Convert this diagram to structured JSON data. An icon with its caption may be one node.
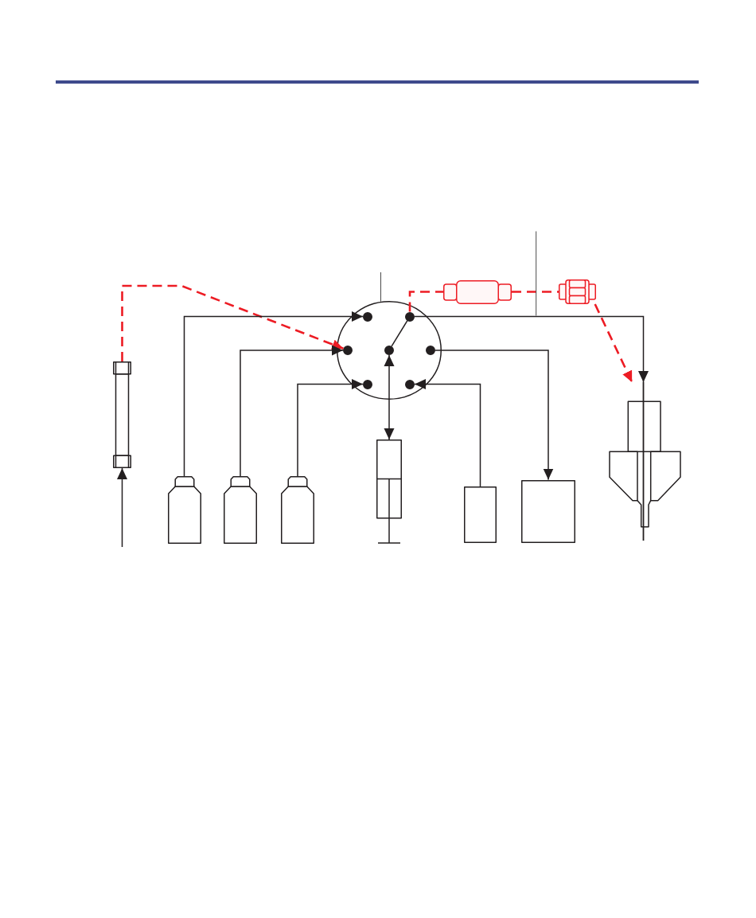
{
  "diagram": {
    "nodes": [
      {
        "text": [],
        "shape": "tube"
      },
      {
        "text": [],
        "shape": "bottle"
      },
      {
        "text": [],
        "shape": "bottle"
      },
      {
        "text": [],
        "shape": "bottle"
      },
      {
        "text": [],
        "shape": "circle"
      },
      {
        "text": [],
        "shape": "circle",
        "in": 4
      },
      {
        "text": [],
        "shape": "circle",
        "in": 4
      },
      {
        "text": [],
        "shape": "circle",
        "in": 4
      },
      {
        "text": [],
        "shape": "circle",
        "in": 4
      },
      {
        "text": [],
        "shape": "circle",
        "in": 4
      },
      {
        "text": [],
        "shape": "circle",
        "in": 4
      },
      {
        "text": [],
        "shape": "circle",
        "in": 4
      },
      {
        "text": [],
        "shape": "syringe"
      },
      {
        "text": [],
        "shape": "capsule"
      },
      {
        "text": [],
        "shape": "box"
      },
      {
        "text": [],
        "shape": "box"
      },
      {
        "text": [],
        "shape": "fitting"
      },
      {
        "text": [],
        "shape": "picture"
      }
    ],
    "edges": [
      {
        "from": null,
        "to": 0,
        "arrow": "to"
      },
      {
        "from": 0,
        "to": 7,
        "arrow": "to",
        "style": "dashed",
        "color": "#ed1c24"
      },
      {
        "from": 1,
        "to": 5,
        "arrow": "to"
      },
      {
        "from": 2,
        "to": 7,
        "arrow": "to"
      },
      {
        "from": 3,
        "to": 10,
        "arrow": "to"
      },
      {
        "from": 8,
        "to": 12,
        "arrow": "both"
      },
      {
        "from": 8,
        "to": 6,
        "arrow": "none"
      },
      {
        "from": 14,
        "to": 11,
        "arrow": "to"
      },
      {
        "from": 9,
        "to": 15,
        "arrow": "to"
      },
      {
        "from": 6,
        "to": 17,
        "arrow": "to"
      },
      {
        "from": 6,
        "to": 13,
        "arrow": "none",
        "style": "dashed",
        "color": "#ed1c24"
      },
      {
        "from": 13,
        "to": 16,
        "arrow": "none",
        "style": "dashed",
        "color": "#ed1c24"
      },
      {
        "from": 16,
        "to": 17,
        "arrow": "to",
        "style": "dashed",
        "color": "#ed1c24"
      },
      {
        "from": null,
        "to": 4,
        "arrow": "none"
      }
    ]
  }
}
